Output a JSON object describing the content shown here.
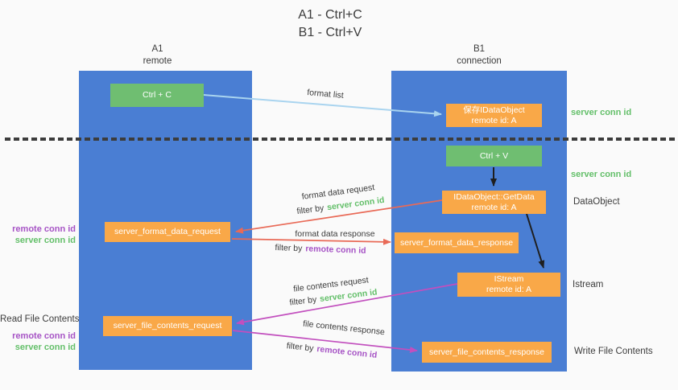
{
  "colors": {
    "bg": "#fafafa",
    "lane_blue": "#4a7ed3",
    "green_box": "#6fbe71",
    "orange_box": "#f9a848",
    "text_dark": "#3c3c3c",
    "green_text": "#63bf69",
    "purple_text": "#a653c5",
    "red_arrow": "#e96a57",
    "magenta_arrow": "#c24fbe",
    "lightblue_arrow": "#a9d4ef",
    "black_arrow": "#1f1f1f",
    "dotted_line": "#3c3c3c"
  },
  "title": {
    "line1": "A1 - Ctrl+C",
    "line2": "B1 - Ctrl+V"
  },
  "lanes": {
    "left": {
      "name": "A1",
      "role": "remote"
    },
    "right": {
      "name": "B1",
      "role": "connection"
    }
  },
  "nodes": {
    "ctrl_c": {
      "label": "Ctrl + C"
    },
    "save_idataobject": {
      "line1": "保存IDataObject",
      "line2": "remote id: A"
    },
    "ctrl_v": {
      "label": "Ctrl + V"
    },
    "idataobject_getdata": {
      "line1": "IDataObject::GetData",
      "line2": "remote id: A"
    },
    "server_format_data_request": {
      "label": "server_format_data_request"
    },
    "server_format_data_response": {
      "label": "server_format_data_response"
    },
    "istream": {
      "line1": "IStream",
      "line2": "remote id: A"
    },
    "server_file_contents_request": {
      "label": "server_file_contents_request"
    },
    "server_file_contents_response": {
      "label": "server_file_contents_response"
    }
  },
  "side_labels": {
    "server_conn_id_top": "server conn id",
    "server_conn_id_mid": "server conn id",
    "dataobject": "DataObject",
    "istream": "Istream",
    "write_file_contents": "Write File Contents",
    "read_file_contents": "Read File Contents",
    "remote_conn_id_format": "remote conn id",
    "server_conn_id_format": "server conn id",
    "remote_conn_id_file": "remote conn id",
    "server_conn_id_file": "server conn id"
  },
  "arrow_labels": {
    "format_list": "format list",
    "format_data_request": "format data request",
    "filter_by": "filter by",
    "filter_server_conn_id": "server conn id",
    "format_data_response": "format data response",
    "filter_remote_conn_id": "remote conn id",
    "file_contents_request": "file contents request",
    "file_contents_response": "file contents response"
  }
}
